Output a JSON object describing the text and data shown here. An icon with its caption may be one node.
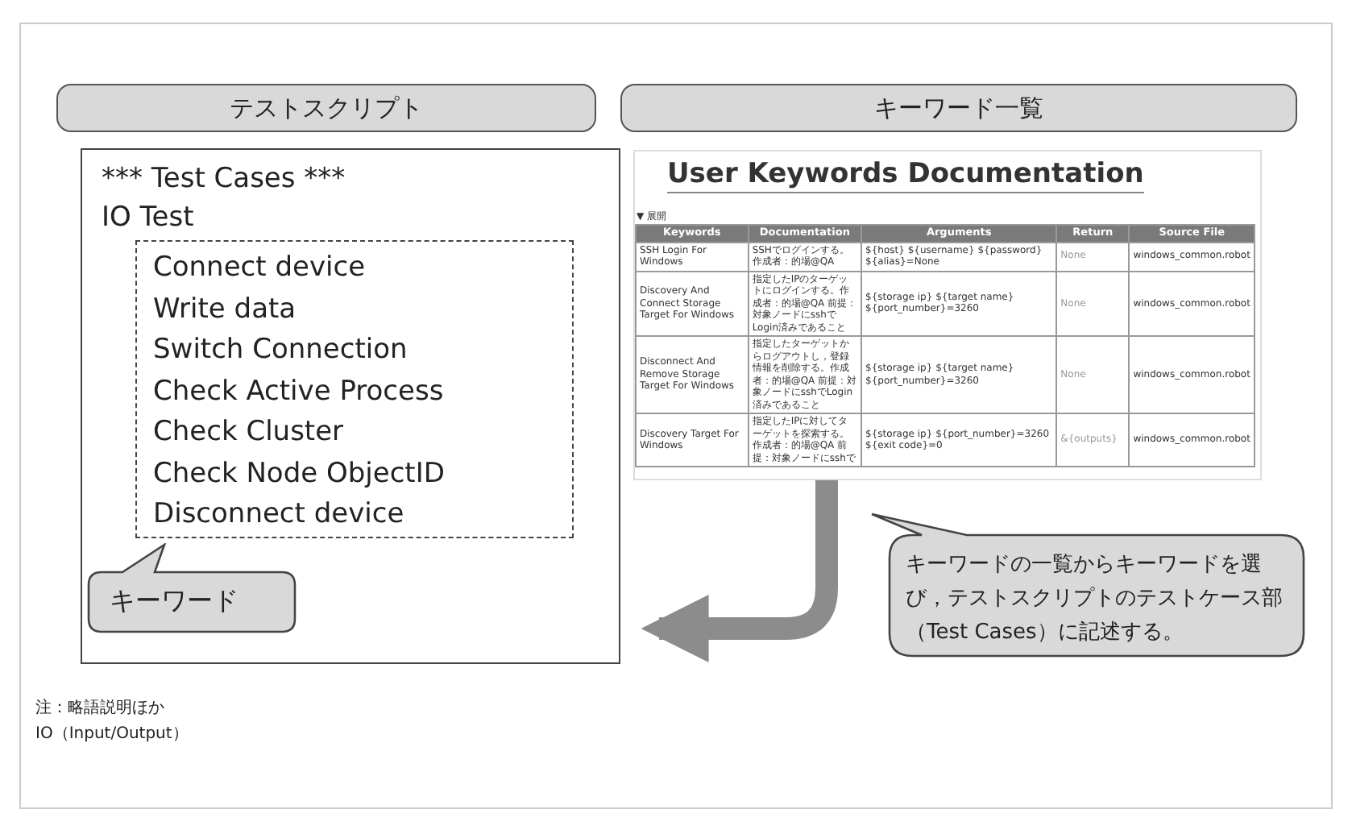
{
  "diagram": {
    "nodes": [
      {
        "text": [
          "テストスクリプト"
        ]
      },
      {
        "text": [
          "キーワード一覧"
        ]
      },
      {
        "text": [
          "*** Test Cases ***",
          "IO Test"
        ]
      },
      {
        "text": [
          "Connect device",
          "Write data",
          "Switch Connection",
          "Check Active Process",
          "Check Cluster",
          "Check Node ObjectID",
          "Disconnect device"
        ],
        "in": 2
      },
      {
        "text": [
          "キーワード"
        ],
        "in": 2
      },
      {
        "text": [
          "User Keywords Documentation",
          "▼ 展開"
        ]
      },
      {
        "text": [
          "キーワードの一覧からキーワードを選び，テストスクリプトのテストケース部（Test Cases）に記述する。"
        ]
      }
    ],
    "edges": [
      {
        "from": 5,
        "to": 2,
        "arrow": "to"
      }
    ],
    "labels": [
      "Keywords",
      "Documentation",
      "Arguments",
      "Return",
      "Source File",
      "SSH Login For Windows",
      "SSHでログインする。作成者：的場@QA",
      "${host} ${username} ${password} ${alias}=None",
      "None",
      "windows_common.robot",
      "Discovery And Connect Storage Target For Windows",
      "指定したIPのターゲットにログインする。作成者：的場@QA 前提：対象ノードにsshでLogin済みであること",
      "${storage ip} ${target name} ${port_number}=3260",
      "None",
      "windows_common.robot",
      "Disconnect And Remove Storage Target For Windows",
      "指定したターゲットからログアウトし，登録情報を削除する。作成者：的場@QA 前提：対象ノードにsshでLogin済みであること",
      "${storage ip} ${target name} ${port_number}=3260",
      "None",
      "windows_common.robot",
      "Discovery Target For Windows",
      "指定したIPに対してターゲットを探索する。作成者：的場@QA 前提：対象ノードにsshで",
      "${storage ip} ${port_number}=3260 ${exit code}=0",
      "&{outputs}",
      "windows_common.robot",
      "注：略語説明ほか",
      "IO（Input/Output）"
    ]
  }
}
